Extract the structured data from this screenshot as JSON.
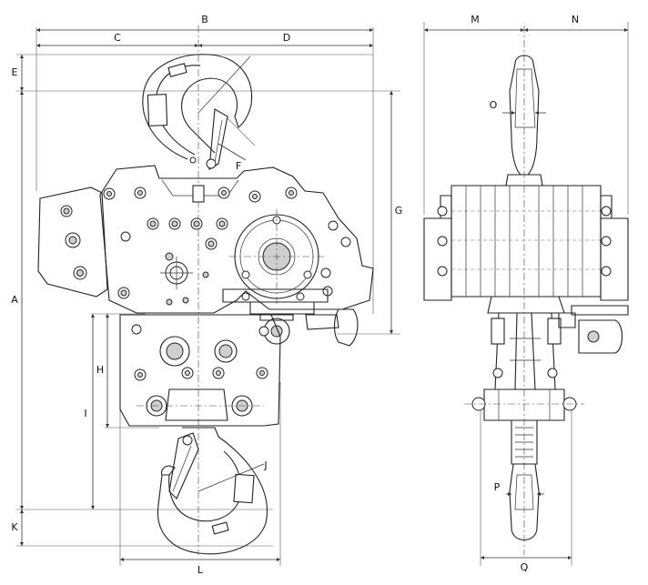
{
  "diagram": {
    "labels": {
      "A": "A",
      "B": "B",
      "C": "C",
      "D": "D",
      "E": "E",
      "F": "F",
      "G": "G",
      "H": "H",
      "I": "I",
      "J": "J",
      "K": "K",
      "L": "L",
      "M": "M",
      "N": "N",
      "O": "O",
      "P": "P",
      "Q": "Q"
    }
  }
}
